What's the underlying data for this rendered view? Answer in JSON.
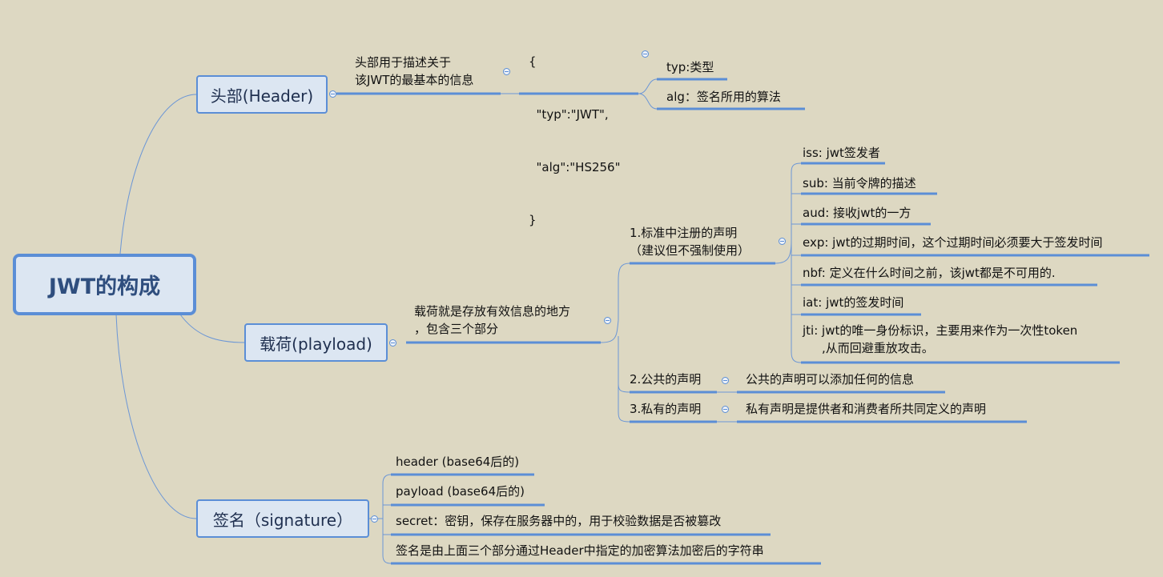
{
  "root": {
    "label": "JWT的构成"
  },
  "header": {
    "label": "头部(Header)",
    "desc": [
      "头部用于描述关于",
      "该JWT的最基本的信息"
    ],
    "json": [
      "{",
      "  \"typ\":\"JWT\",",
      "  \"alg\":\"HS256\"",
      "}"
    ],
    "fields": [
      "typ:类型",
      "alg：签名所用的算法"
    ]
  },
  "payload": {
    "label": "载荷(playload)",
    "desc": [
      "载荷就是存放有效信息的地方",
      "，包含三个部分"
    ],
    "registered": {
      "label": [
        "1.标准中注册的声明",
        "（建议但不强制使用）"
      ],
      "claims": [
        "iss: jwt签发者",
        "sub: 当前令牌的描述",
        "aud: 接收jwt的一方",
        "exp: jwt的过期时间，这个过期时间必须要大于签发时间",
        "nbf: 定义在什么时间之前，该jwt都是不可用的.",
        "iat: jwt的签发时间"
      ],
      "jti": [
        "jti: jwt的唯一身份标识，主要用来作为一次性token",
        ",从而回避重放攻击。"
      ]
    },
    "public": {
      "label": "2.公共的声明",
      "desc": "公共的声明可以添加任何的信息"
    },
    "private": {
      "label": "3.私有的声明",
      "desc": "私有声明是提供者和消费者所共同定义的声明"
    }
  },
  "signature": {
    "label": "签名（signature）",
    "items": [
      "header (base64后的)",
      "payload (base64后的)",
      "secret：密钥，保存在服务器中的，用于校验数据是否被篡改",
      "签名是由上面三个部分通过Header中指定的加密算法加密后的字符串"
    ]
  }
}
